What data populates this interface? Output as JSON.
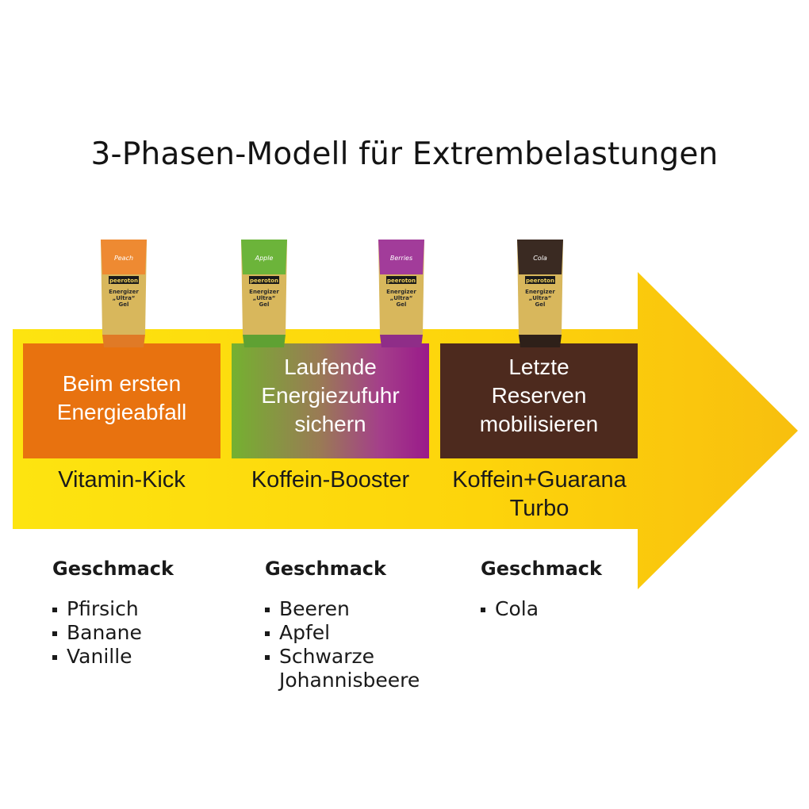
{
  "title": "3-Phasen-Modell für Extrembelastungen",
  "colors": {
    "arrow": "#fcd30a",
    "arrow_tip": "#f9c10e",
    "phase1": "#e8720f",
    "phase2_start": "#74b130",
    "phase2_end": "#9a1a8a",
    "phase3": "#4d2a1e"
  },
  "phases": [
    {
      "lines": [
        "Beim ersten",
        "Energieabfall"
      ],
      "booster": [
        "Vitamin-Kick"
      ],
      "gel_flavor": "Peach",
      "gel_color": "#ee8a32",
      "taste_heading": "Geschmack",
      "tastes": [
        "Pfirsich",
        "Banane",
        "Vanille"
      ]
    },
    {
      "lines": [
        "Laufende",
        "Energiezufuhr",
        "sichern"
      ],
      "booster": [
        "Koffein-Booster"
      ],
      "gel_flavor": "Apple",
      "gel_color": "#6cb43a",
      "taste_heading": "Geschmack",
      "tastes": [
        "Beeren",
        "Apfel",
        "Schwarze",
        "Johannisbeere"
      ]
    },
    {
      "lines": [
        "Letzte",
        "Reserven",
        "mobilisieren"
      ],
      "booster": [
        "Koffein+Guarana",
        "Turbo"
      ],
      "gel_flavor": "Cola",
      "gel_color": "#3a2a22",
      "taste_heading": "Geschmack",
      "tastes": [
        "Cola"
      ]
    }
  ],
  "gel": {
    "brand": "peeroton",
    "name_line1": "Energizer",
    "name_line2": "„Ultra“",
    "name_line3": "Gel"
  }
}
